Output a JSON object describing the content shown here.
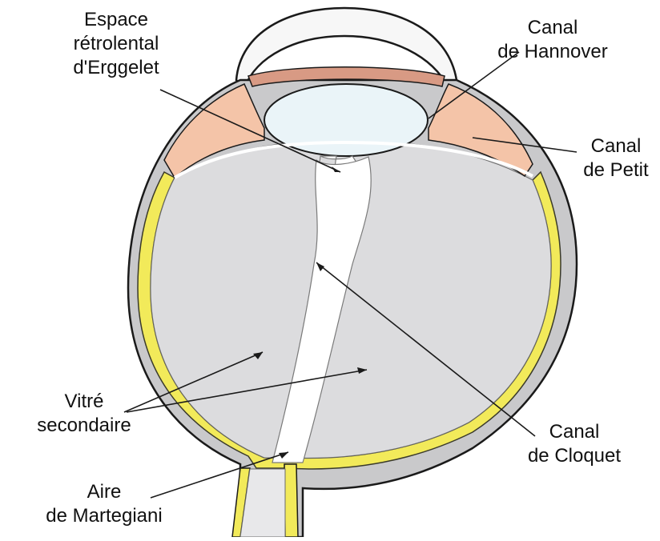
{
  "labels": {
    "espace_retrolental": [
      "Espace",
      "rétrolental",
      "d'Erggelet"
    ],
    "canal_hannover": [
      "Canal",
      "de Hannover"
    ],
    "canal_petit": [
      "Canal",
      "de Petit"
    ],
    "vitre_secondaire": [
      "Vitré",
      "secondaire"
    ],
    "canal_cloquet": [
      "Canal",
      "de Cloquet"
    ],
    "aire_martegiani": [
      "Aire",
      "de Martegiani"
    ]
  },
  "colors": {
    "vitreous": "#dcdcde",
    "sclera": "#c8c8ca",
    "retina": "#f2ea5a",
    "ciliary": "#f4c4a8",
    "iris": "#d89a84",
    "lens": "#eaf4f8",
    "canal": "#ffffff",
    "outline": "#1a1a1a"
  }
}
